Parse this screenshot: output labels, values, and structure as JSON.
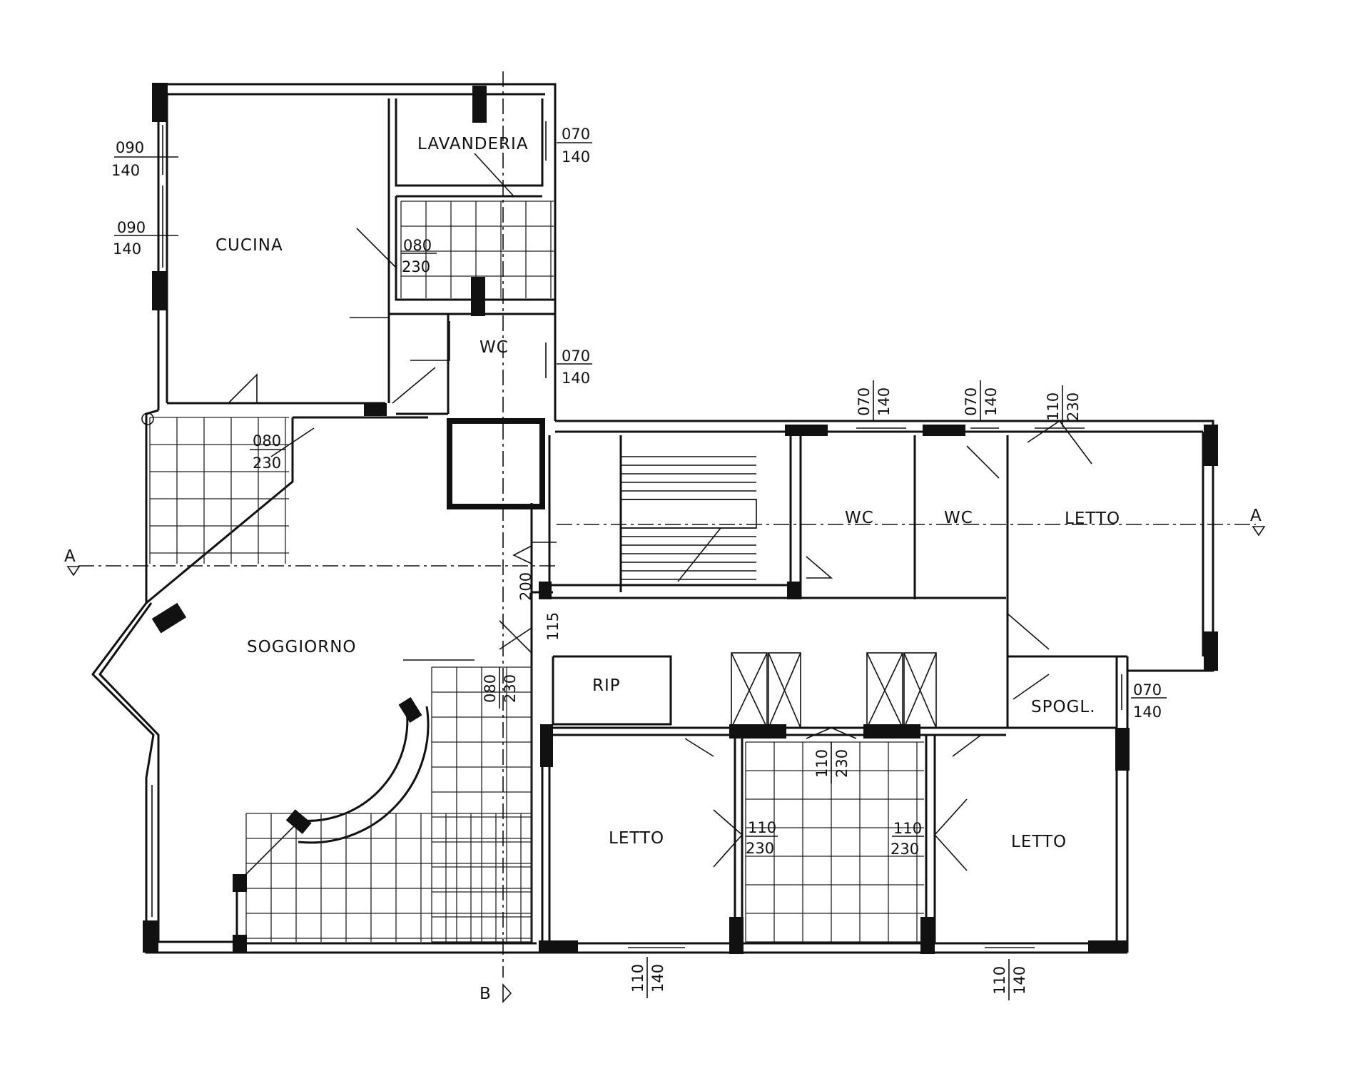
{
  "rooms": {
    "lavanderia": "LAVANDERIA",
    "cucina": "CUCINA",
    "wc_service": "WC",
    "soggiorno": "SOGGIORNO",
    "wc_1": "WC",
    "wc_2": "WC",
    "letto_east": "LETTO",
    "rip": "RIP",
    "spogl": "SPOGL.",
    "letto_sw": "LETTO",
    "letto_se": "LETTO"
  },
  "openings": {
    "cucina_window_upper": [
      "090",
      "140"
    ],
    "cucina_window_lower": [
      "090",
      "140"
    ],
    "lavanderia_window": [
      "070",
      "140"
    ],
    "pantry_door": [
      "080",
      "230"
    ],
    "wc_service_window": [
      "070",
      "140"
    ],
    "soggiorno_door": [
      "080",
      "230"
    ],
    "wc_1_window": [
      "070",
      "140"
    ],
    "wc_2_window": [
      "070",
      "140"
    ],
    "letto_east_window": [
      "110",
      "230"
    ],
    "corridor_door_200": "200",
    "corridor_door_115": "115",
    "terrace_door": [
      "080",
      "230"
    ],
    "spogl_window": [
      "070",
      "140"
    ],
    "loggia_door_north": [
      "110",
      "230"
    ],
    "letto_sw_door": [
      "110",
      "230"
    ],
    "letto_se_door": [
      "110",
      "230"
    ],
    "letto_sw_window": [
      "110",
      "140"
    ],
    "letto_se_window": [
      "110",
      "140"
    ]
  },
  "sections": {
    "a_left": "A",
    "a_right": "A",
    "b_bottom": "B"
  }
}
